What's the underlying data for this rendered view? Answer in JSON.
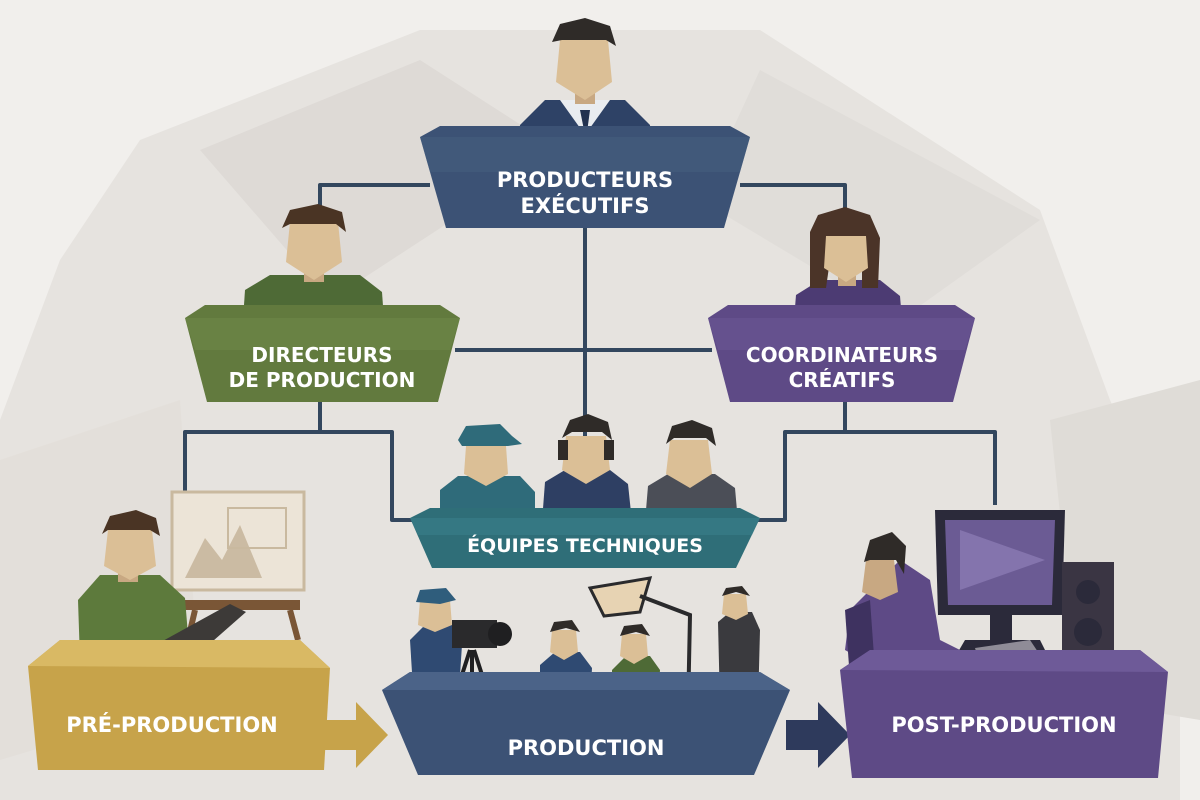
{
  "diagram": {
    "nodes": {
      "executive": {
        "line1": "PRODUCTEURS",
        "line2": "EXÉCUTIFS"
      },
      "production_directors": {
        "line1": "DIRECTEURS",
        "line2": "DE PRODUCTION"
      },
      "creative_coordinators": {
        "line1": "COORDINATEURS",
        "line2": "CRÉATIFS"
      },
      "technical_teams": {
        "label": "ÉQUIPES TECHNIQUES"
      }
    },
    "stages": {
      "preproduction": "PRÉ-PRODUCTION",
      "production": "PRODUCTION",
      "postproduction": "POST-PRODUCTION"
    },
    "colors": {
      "background": "#f1efec",
      "navy": "#3c5275",
      "olive": "#627a3e",
      "purple": "#5e4a86",
      "teal": "#2f6e78",
      "gold": "#c7a34a",
      "connector": "#33475e"
    }
  }
}
